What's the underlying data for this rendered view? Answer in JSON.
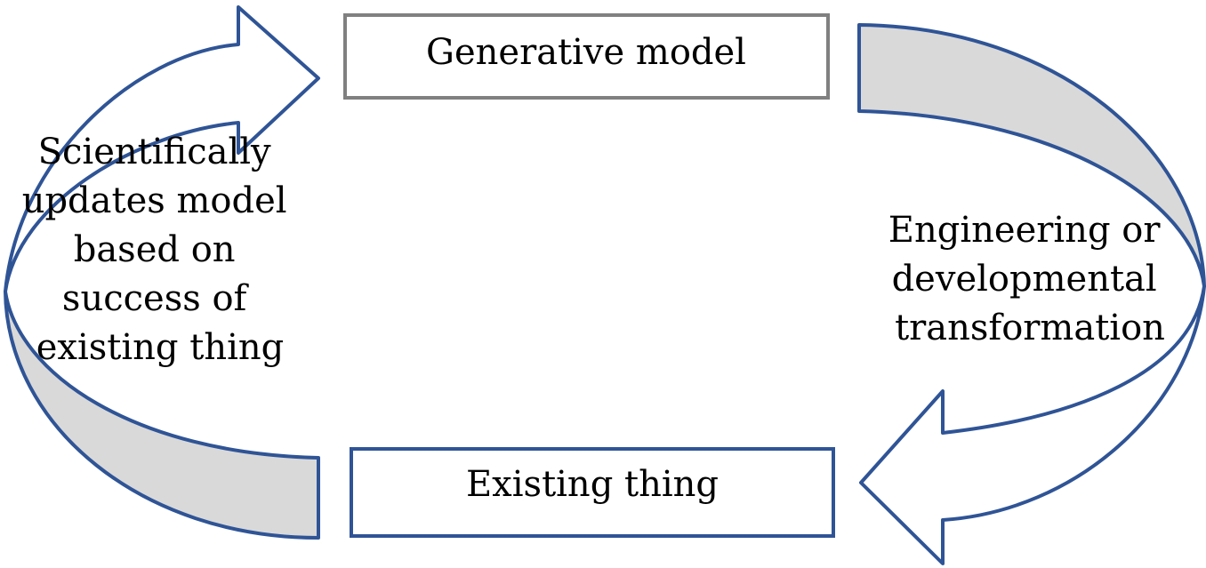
{
  "nodes": {
    "top": {
      "label": "Generative model",
      "border_color": "#808080"
    },
    "bottom": {
      "label": "Existing thing",
      "border_color": "#2f5496"
    }
  },
  "left_arrow": {
    "label_lines": [
      "Scientifically",
      "updates model",
      "based on",
      "success of",
      "existing thing"
    ],
    "fill_color": "#d9d9d9",
    "stroke_color": "#2f5496"
  },
  "right_arrow": {
    "label_lines": [
      "Engineering or",
      "developmental",
      "transformation"
    ],
    "fill_color": "#d9d9d9",
    "stroke_color": "#2f5496"
  }
}
